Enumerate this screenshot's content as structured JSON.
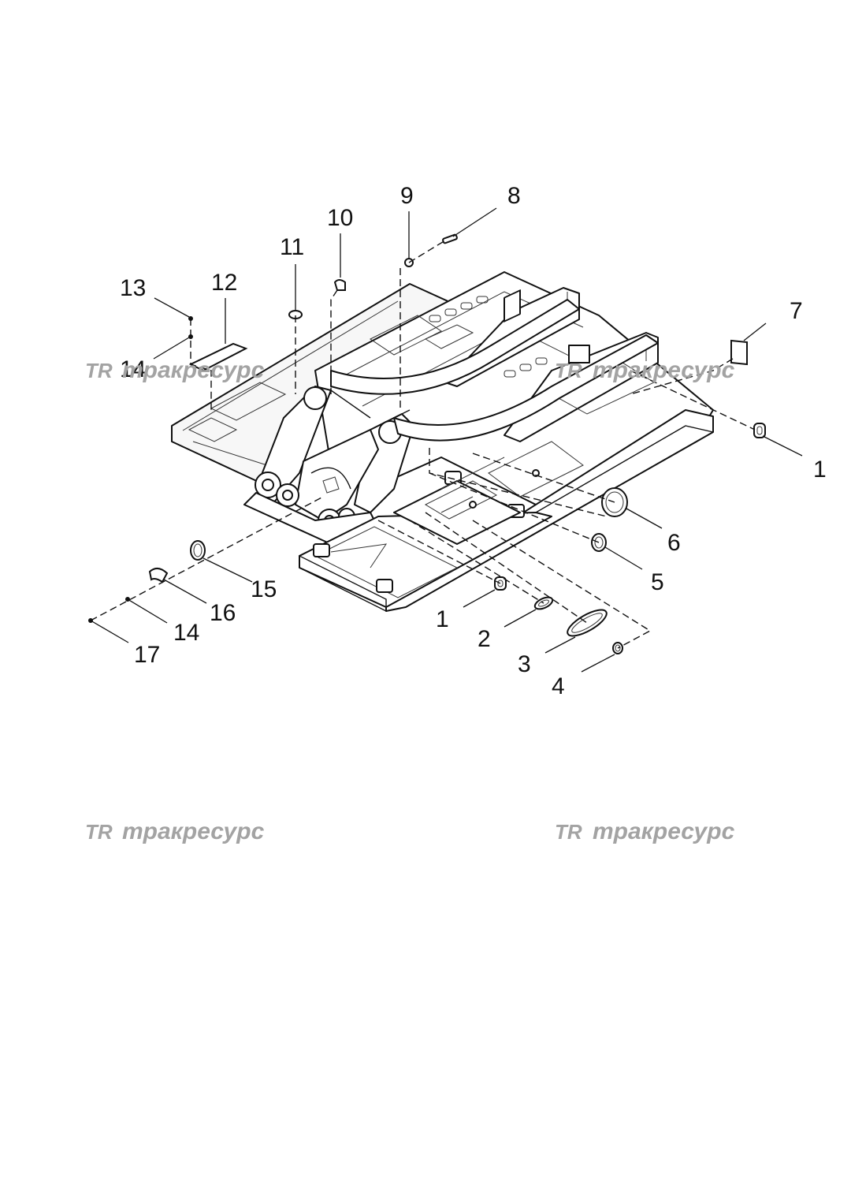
{
  "watermark": {
    "logo": "TR",
    "text": "тракресурс"
  },
  "callouts": [
    {
      "id": "c1a",
      "label": "1"
    },
    {
      "id": "c1b",
      "label": "1"
    },
    {
      "id": "c2",
      "label": "2"
    },
    {
      "id": "c3",
      "label": "3"
    },
    {
      "id": "c4",
      "label": "4"
    },
    {
      "id": "c5",
      "label": "5"
    },
    {
      "id": "c6",
      "label": "6"
    },
    {
      "id": "c7",
      "label": "7"
    },
    {
      "id": "c8",
      "label": "8"
    },
    {
      "id": "c9",
      "label": "9"
    },
    {
      "id": "c10",
      "label": "10"
    },
    {
      "id": "c11",
      "label": "11"
    },
    {
      "id": "c12",
      "label": "12"
    },
    {
      "id": "c13",
      "label": "13"
    },
    {
      "id": "c14a",
      "label": "14"
    },
    {
      "id": "c14b",
      "label": "14"
    },
    {
      "id": "c15",
      "label": "15"
    },
    {
      "id": "c16",
      "label": "16"
    },
    {
      "id": "c17",
      "label": "17"
    }
  ]
}
